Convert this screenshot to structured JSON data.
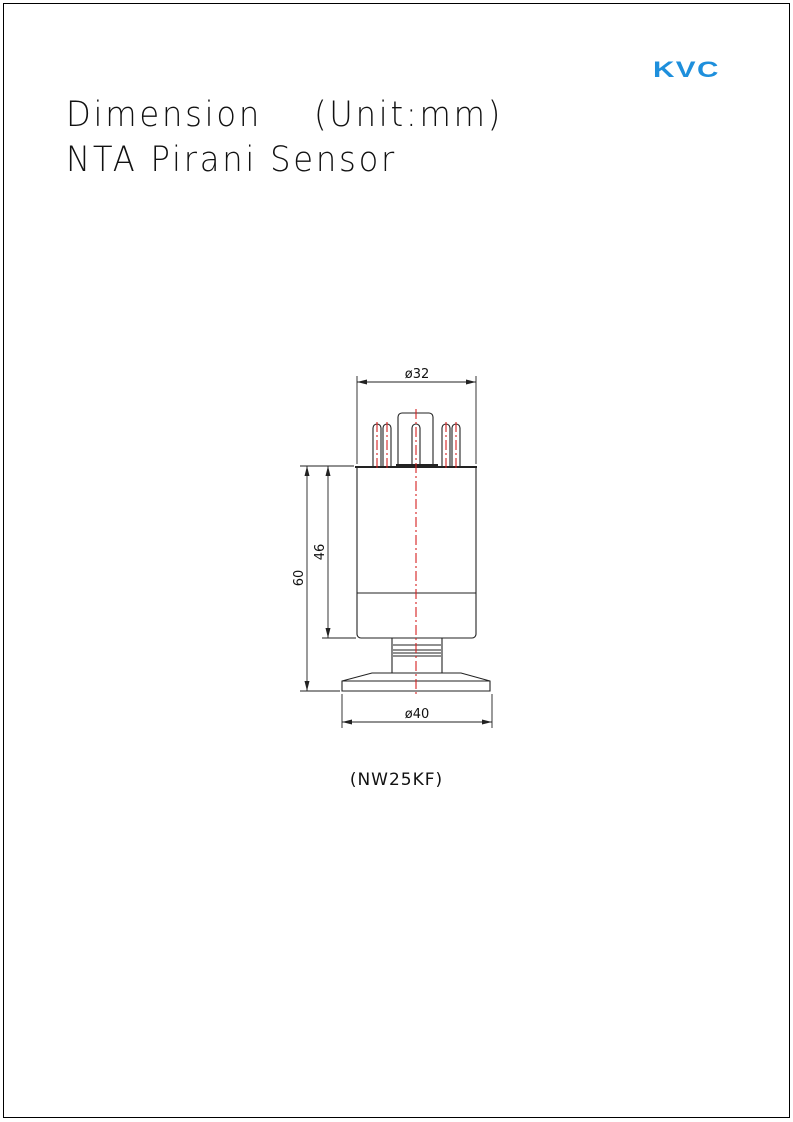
{
  "logo": "KVC",
  "title": {
    "line1": "Dimension    (Unit:mm)",
    "line2": "NTA Pirani Sensor"
  },
  "dimensions": {
    "top_diameter": "ø32",
    "bottom_diameter": "ø40",
    "body_height": "46",
    "total_height": "60"
  },
  "caption": "(NW25KF)",
  "colors": {
    "logo": "#1e8fdc",
    "centerline": "#d42020"
  }
}
